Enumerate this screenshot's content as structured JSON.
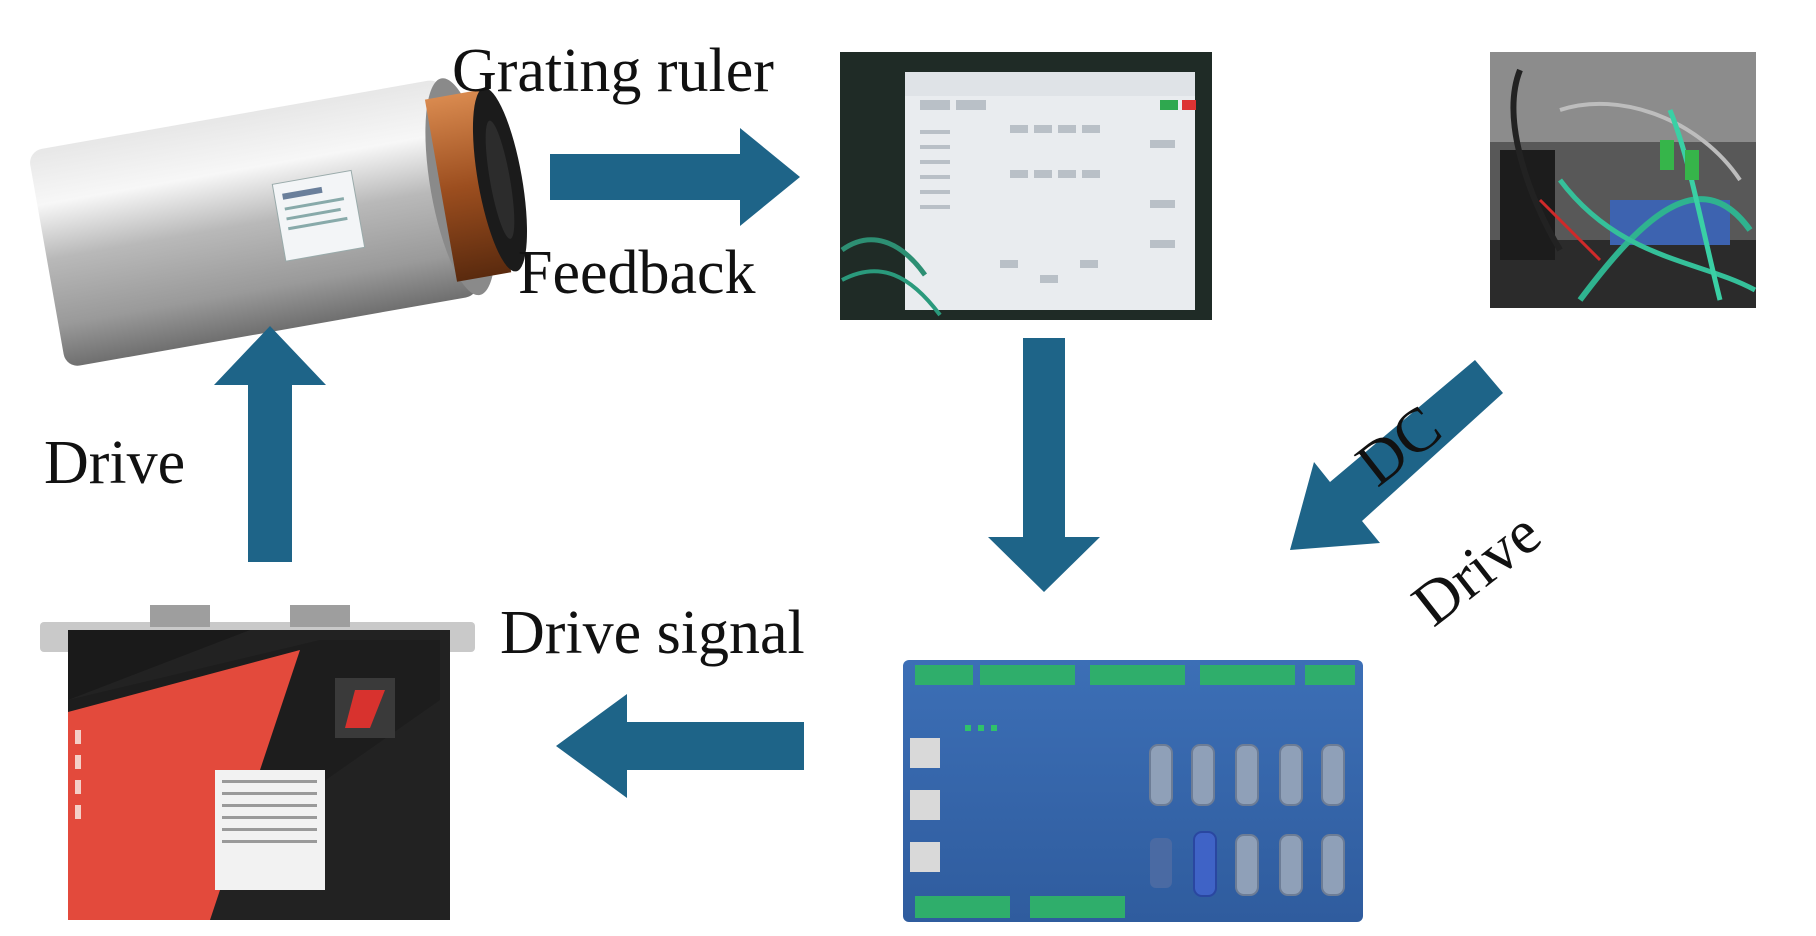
{
  "labels": {
    "grating_ruler": "Grating ruler",
    "feedback": "Feedback",
    "drive_left": "Drive",
    "drive_signal": "Drive signal",
    "dc": "DC",
    "drive_right": "Drive"
  },
  "colors": {
    "arrow": "#1e6488",
    "text": "#111111"
  },
  "components": [
    {
      "id": "voice-coil-motor",
      "icon": "cylinder-motor-photo"
    },
    {
      "id": "control-monitor",
      "icon": "monitor-screen-photo"
    },
    {
      "id": "power-wiring",
      "icon": "cables-photo"
    },
    {
      "id": "servo-driver",
      "icon": "driver-box-photo"
    },
    {
      "id": "motion-controller",
      "icon": "controller-board-photo"
    }
  ]
}
